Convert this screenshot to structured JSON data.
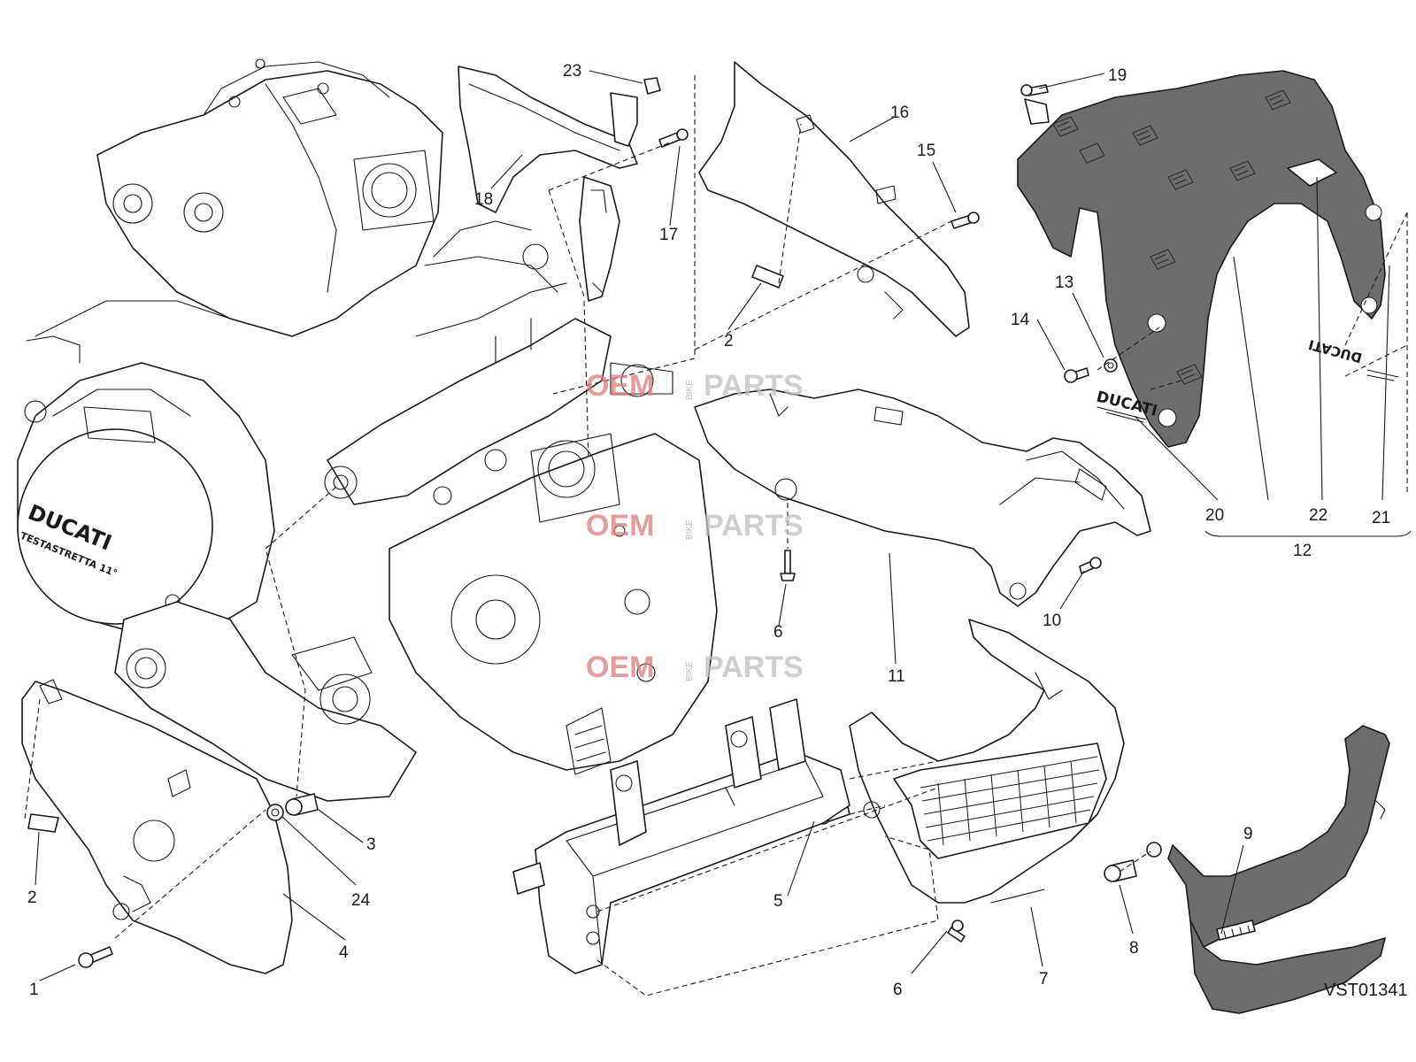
{
  "drawing_code": "VST01341",
  "watermark": {
    "brand_left": "OEM",
    "brand_mid": "BIKE",
    "brand_right": "PARTS"
  },
  "callouts": {
    "c1": "1",
    "c2a": "2",
    "c2b": "2",
    "c3": "3",
    "c4": "4",
    "c5": "5",
    "c6a": "6",
    "c6b": "6",
    "c7": "7",
    "c8": "8",
    "c9": "9",
    "c10": "10",
    "c11": "11",
    "c12": "12",
    "c13": "13",
    "c14": "14",
    "c15": "15",
    "c16": "16",
    "c17": "17",
    "c18": "18",
    "c19": "19",
    "c20": "20",
    "c21": "21",
    "c22": "22",
    "c23": "23",
    "c24": "24"
  },
  "decals": {
    "ducati": "DUCATI",
    "testastretta": "TESTASTRETTA 11°"
  },
  "colors": {
    "line": "#1a1a1a",
    "part_fill": "#ffffff",
    "dark_part_fill": "#6d6d6d",
    "watermark_red": "#e07b7b",
    "watermark_grey": "#bfbfbf"
  }
}
